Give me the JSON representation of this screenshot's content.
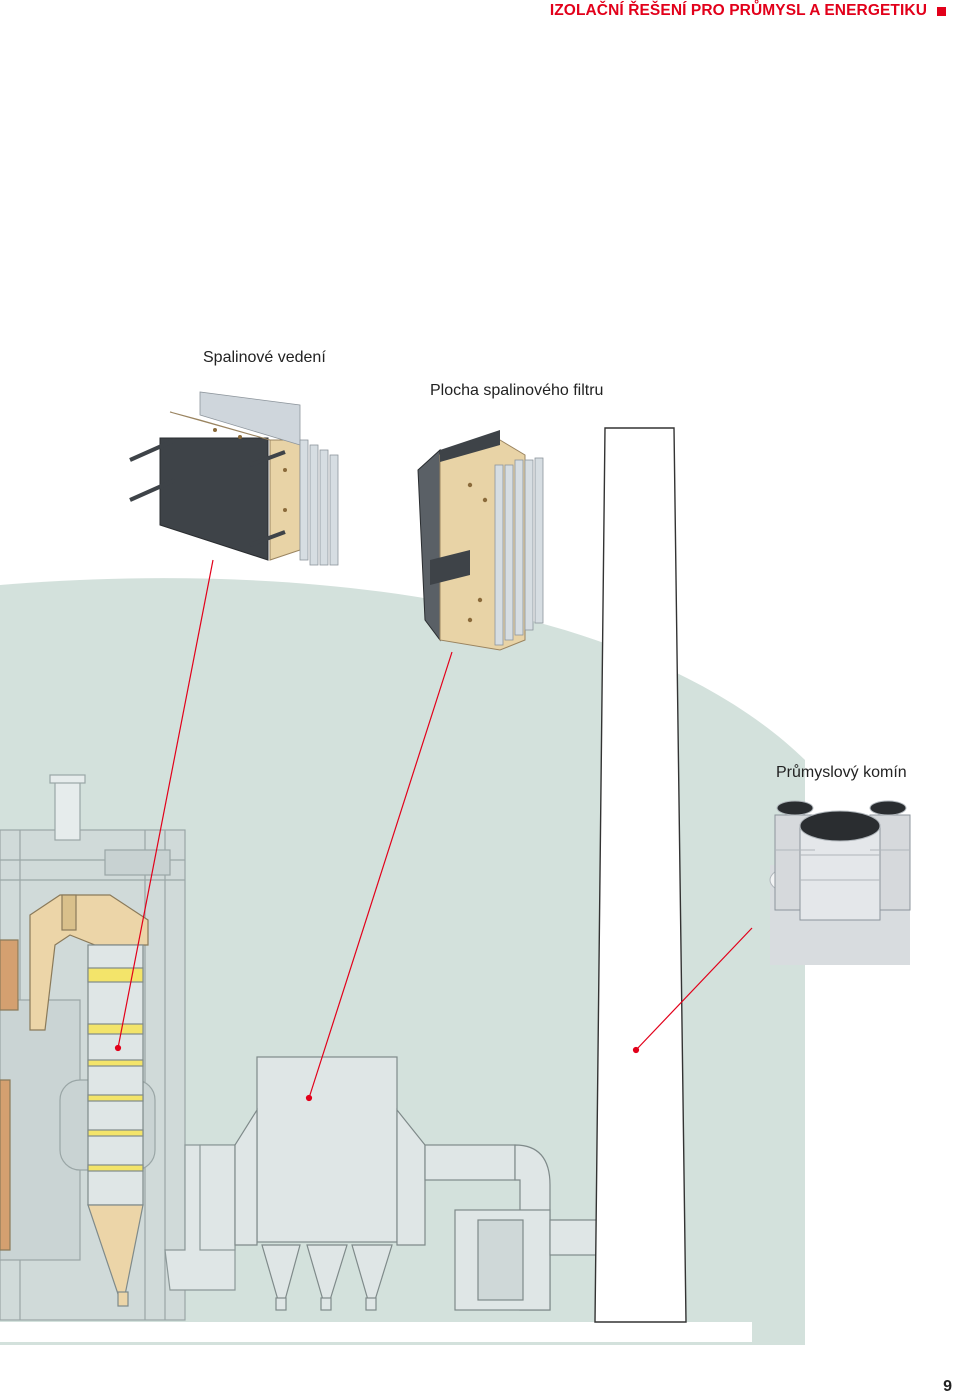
{
  "header": {
    "title": "IZOLAČNÍ ŘEŠENÍ PRO PRŮMYSL A ENERGETIKU"
  },
  "labels": {
    "flue_duct": "Spalinové vedení",
    "flue_filter": "Plocha spalinového filtru",
    "chimney": "Průmyslový komín"
  },
  "page_number": "9",
  "colors": {
    "accent": "#e2001a",
    "background_area": "#d3e1dc",
    "insulation": "#e8d3a6",
    "steel": "#4a4f55",
    "cladding": "#cfd6dc"
  }
}
